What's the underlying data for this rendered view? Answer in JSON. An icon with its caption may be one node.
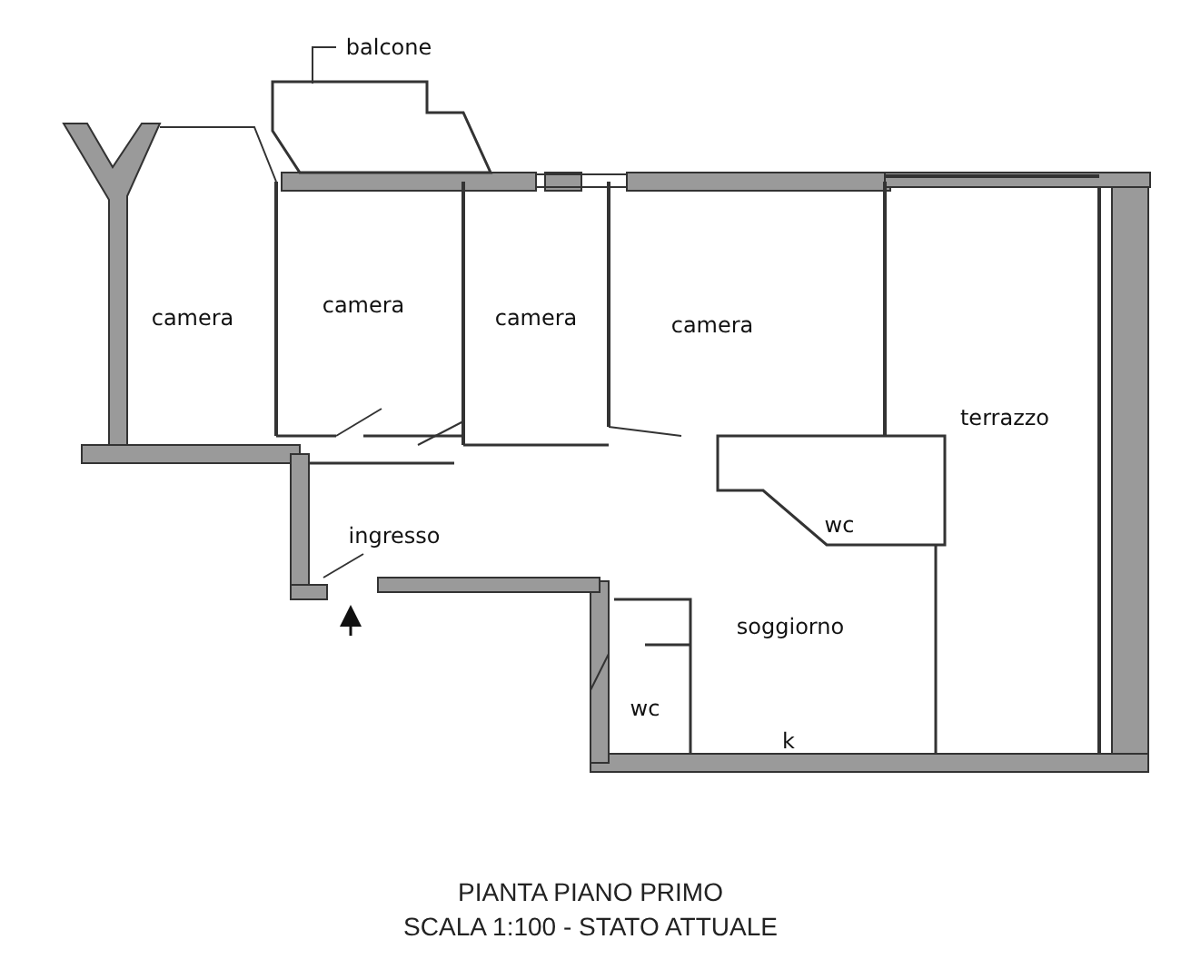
{
  "diagram": {
    "title": "PIANTA PIANO PRIMO",
    "caption": "SCALA 1:100 - STATO ATTUALE",
    "nodes": [
      {
        "text": [
          "balcone"
        ]
      },
      {
        "text": [],
        "shape": "box"
      }
    ],
    "edges": [
      {
        "from": 0,
        "to": 1,
        "arrow": "none"
      }
    ],
    "labels": [
      "camera",
      "camera",
      "camera",
      "camera",
      "terrazzo",
      "wc",
      "ingresso",
      "soggiorno",
      "wc",
      "k"
    ]
  }
}
